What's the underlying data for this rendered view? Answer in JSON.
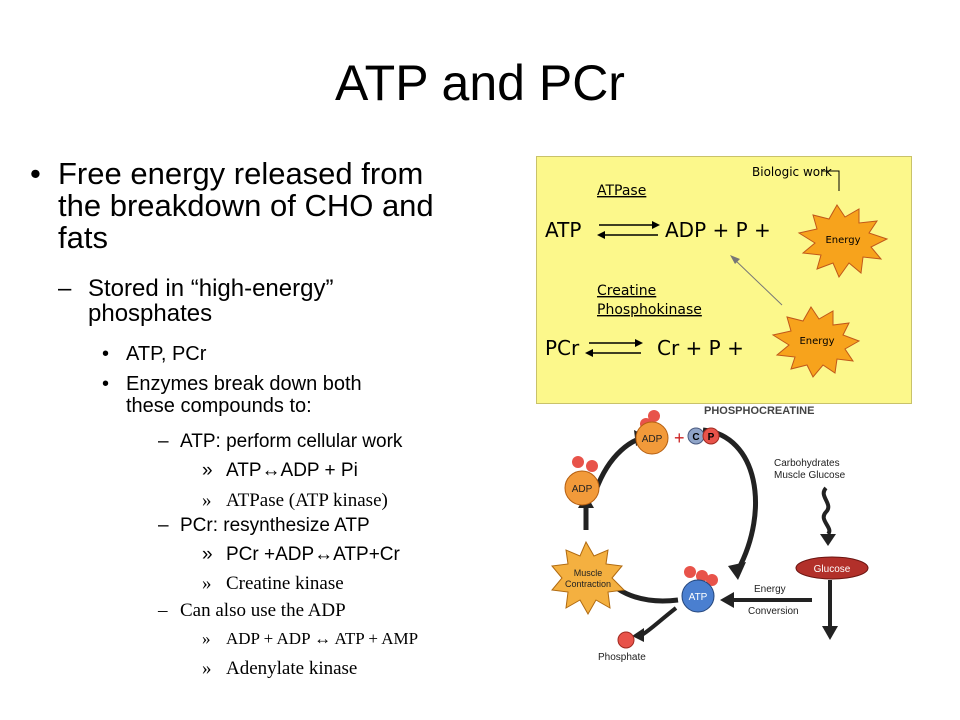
{
  "slide": {
    "title": "ATP and PCr",
    "bullets": [
      {
        "level": 1,
        "marker": "•",
        "lines": [
          "Free energy released from",
          "the breakdown of CHO and",
          "fats"
        ]
      },
      {
        "level": 2,
        "marker": "–",
        "lines": [
          "Stored in “high-energy”",
          "phosphates"
        ]
      },
      {
        "level": 3,
        "marker": "•",
        "lines": [
          "ATP, PCr"
        ]
      },
      {
        "level": 3,
        "marker": "•",
        "lines": [
          "Enzymes break down both",
          "these compounds to:"
        ]
      },
      {
        "level": 4,
        "marker": "–",
        "lines": [
          "ATP: perform cellular work"
        ]
      },
      {
        "level": 5,
        "marker": "»",
        "lines": [
          "ATP↔ADP + Pi"
        ]
      },
      {
        "level": 5,
        "marker": "»",
        "lines": [
          "ATPase (ATP kinase)"
        ]
      },
      {
        "level": 4,
        "marker": "–",
        "lines": [
          "PCr: resynthesize ATP"
        ]
      },
      {
        "level": 5,
        "marker": "»",
        "lines": [
          "PCr +ADP↔ATP+Cr"
        ]
      },
      {
        "level": 5,
        "marker": "»",
        "lines": [
          "Creatine kinase"
        ]
      },
      {
        "level": 4,
        "marker": "–",
        "lines": [
          "Can also use the ADP"
        ]
      },
      {
        "level": 5,
        "marker": "»",
        "lines": [
          "ADP + ADP ↔ ATP + AMP"
        ]
      },
      {
        "level": 5,
        "marker": "»",
        "lines": [
          "Adenylate kinase"
        ]
      }
    ]
  },
  "diagram_top": {
    "biologic_work": "Biologic work",
    "atpase": "ATPase",
    "atp": "ATP",
    "adp_p": "ADP + P +",
    "energy_1": "Energy",
    "creatine": "Creatine",
    "phosphokinase": "Phosphokinase",
    "pcr": "PCr",
    "cr_p": "Cr + P +",
    "energy_2": "Energy",
    "bg_color": "#fcf88b",
    "star_color": "#f7a31c"
  },
  "diagram_cycle": {
    "heading": "PHOSPHOCREATINE",
    "adp_top": "ADP",
    "plus": "+",
    "c": "C",
    "p": "P",
    "adp_left": "ADP",
    "muscle": "Muscle",
    "contraction": "Contraction",
    "atp": "ATP",
    "phosphate": "Phosphate",
    "carbs": "Carbohydrates",
    "muscle_glucose": "Muscle Glucose",
    "glucose": "Glucose",
    "energy": "Energy",
    "conversion": "Conversion",
    "adp_color": "#f29a3a",
    "atp_color": "#4a7fd0",
    "phosphate_color": "#e8534a",
    "glucose_color": "#b2302a"
  }
}
